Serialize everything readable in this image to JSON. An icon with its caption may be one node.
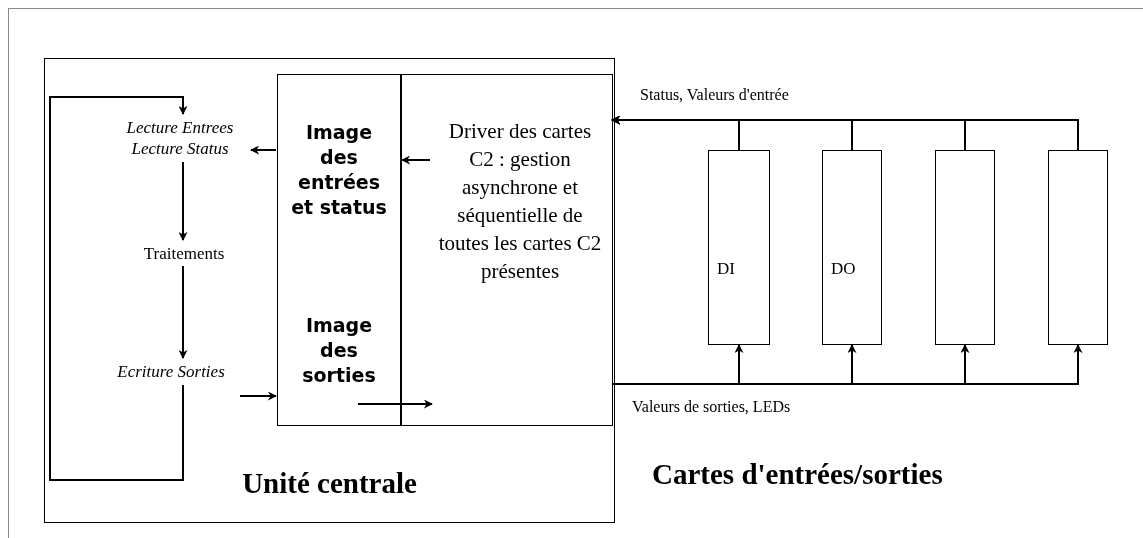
{
  "diagram": {
    "nodes": [
      {
        "text": [
          "Unité centrale"
        ]
      },
      {
        "text": [
          "Lecture Entrees Lecture Status"
        ],
        "in": 0
      },
      {
        "text": [
          "Traitements"
        ],
        "in": 0
      },
      {
        "text": [
          "Ecriture Sorties"
        ],
        "in": 0
      },
      {
        "text": [
          "Image des entrées et status",
          "Image des sorties"
        ],
        "in": 0
      },
      {
        "text": [
          "Driver des cartes C2 : gestion asynchrone et séquentielle de toutes les cartes C2 présentes"
        ],
        "in": 0
      },
      {
        "text": [
          "DI"
        ]
      },
      {
        "text": [
          "DO"
        ]
      },
      {
        "text": [],
        "shape": "box"
      },
      {
        "text": [],
        "shape": "box"
      }
    ],
    "edges": [
      {
        "from": 3,
        "to": 1,
        "arrow": "to"
      },
      {
        "from": 1,
        "to": 2,
        "arrow": "to"
      },
      {
        "from": 2,
        "to": 3,
        "arrow": "to"
      },
      {
        "from": 4,
        "to": 1,
        "arrow": "to"
      },
      {
        "from": 5,
        "to": 4,
        "arrow": "to"
      },
      {
        "from": 3,
        "to": 4,
        "arrow": "to"
      },
      {
        "from": 4,
        "to": 5,
        "arrow": "to"
      },
      {
        "from": 6,
        "to": 5,
        "arrow": "to",
        "label": "Status, Valeurs d'entrée"
      },
      {
        "from": 7,
        "to": 5,
        "arrow": "to"
      },
      {
        "from": 8,
        "to": 5,
        "arrow": "to"
      },
      {
        "from": 9,
        "to": 5,
        "arrow": "to"
      },
      {
        "from": 5,
        "to": 6,
        "arrow": "to",
        "label": "Valeurs de sorties, LEDs"
      },
      {
        "from": 5,
        "to": 7,
        "arrow": "to"
      },
      {
        "from": 5,
        "to": 8,
        "arrow": "to"
      },
      {
        "from": 5,
        "to": 9,
        "arrow": "to"
      }
    ],
    "labels": [
      "Cartes d'entrées/sorties"
    ]
  }
}
